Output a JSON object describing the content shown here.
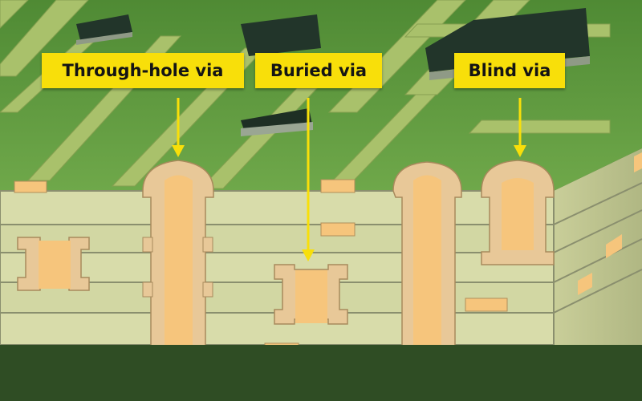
{
  "labels": {
    "through_hole": "Through-hole via",
    "buried": "Buried via",
    "blind": "Blind via"
  },
  "colors": {
    "background": "#2f4d24",
    "board_top": "#5f9a3f",
    "trace": "#a9c16b",
    "chip": "#22352a",
    "layer_fill": "#d8dcaa",
    "layer_edge": "#8a8f6e",
    "copper": "#f6c57c",
    "plating": "#e8c898",
    "callout": "#f8df0a",
    "arrow": "#f8df0a"
  }
}
